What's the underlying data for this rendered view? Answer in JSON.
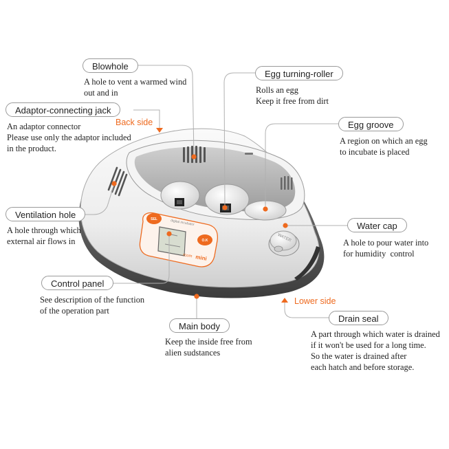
{
  "accent_color": "#ee6a1f",
  "labels": {
    "blowhole": {
      "title": "Blowhole",
      "desc": "A hole to vent a warmed wind\nout and in"
    },
    "egg_turning_roller": {
      "title": "Egg turning-roller",
      "desc": "Rolls an egg\nKeep it free from dirt"
    },
    "adaptor_jack": {
      "title": "Adaptor-connecting jack",
      "desc": "An adaptor connector\nPlease use only the adaptor included\nin the product."
    },
    "egg_groove": {
      "title": "Egg groove",
      "desc": "A region on which an egg\nto incubate is placed"
    },
    "ventilation_hole": {
      "title": "Ventilation hole",
      "desc": "A hole through which\nexternal air flows in"
    },
    "water_cap": {
      "title": "Water cap",
      "desc": "A hole to pour water into\nfor humidity  control"
    },
    "control_panel": {
      "title": "Control panel",
      "desc": "See description of the function\nof the operation part"
    },
    "main_body": {
      "title": "Main body",
      "desc": "Keep the inside free from\nalien sudstances"
    },
    "drain_seal": {
      "title": "Drain seal",
      "desc": "A part through which water is drained\nif it won't be used for a long time.\nSo the water is drained after\neach hatch and before storage."
    }
  },
  "sides": {
    "back": "Back side",
    "lower": "Lower side"
  },
  "device": {
    "panel_heading": "digital incubator",
    "brand": "rcom",
    "model": "mini",
    "left_button": "SEL",
    "right_button": "O.K",
    "cap_text": "WATER"
  }
}
